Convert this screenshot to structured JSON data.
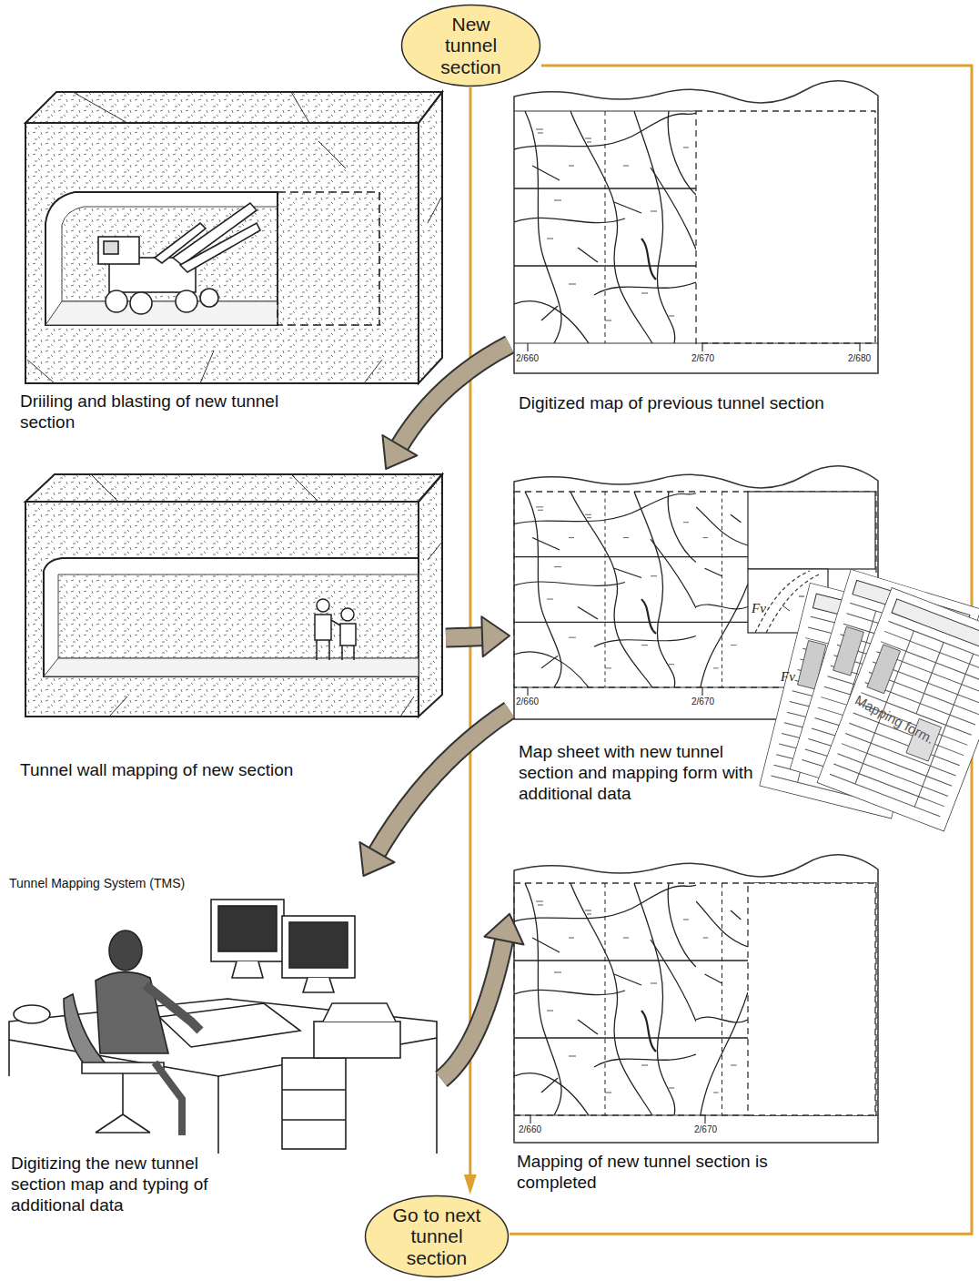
{
  "diagram": {
    "nodes": [
      {
        "text": [
          "New tunnel section"
        ]
      },
      {
        "text": [
          "Driiling and blasting of new tunnel section"
        ]
      },
      {
        "text": [
          "Digitized map of previous tunnel section"
        ]
      },
      {
        "text": [
          "Tunnel wall mapping of new section"
        ]
      },
      {
        "text": [
          "Map sheet with new tunnel section and mapping form with additional data"
        ]
      },
      {
        "text": [
          "Tunnel Mapping System (TMS)",
          "Digitizing the new tunnel section map and typing of additional data"
        ]
      },
      {
        "text": [
          "Mapping of new tunnel section is completed"
        ]
      },
      {
        "text": [
          "Go to next tunnel section"
        ]
      }
    ],
    "edges": [
      {
        "from": 0,
        "to": 7,
        "arrow": "to"
      },
      {
        "from": 7,
        "to": 0,
        "arrow": "none"
      },
      {
        "from": 2,
        "to": 3,
        "arrow": "to"
      },
      {
        "from": 3,
        "to": 4,
        "arrow": "to"
      },
      {
        "from": 4,
        "to": 5,
        "arrow": "to"
      },
      {
        "from": 5,
        "to": 6,
        "arrow": "to"
      }
    ],
    "labels": [
      "2/660",
      "2/670",
      "2/680",
      "2/660",
      "2/670",
      "Fv",
      "Fv",
      "Mapping form.",
      "2/660",
      "2/670"
    ]
  }
}
